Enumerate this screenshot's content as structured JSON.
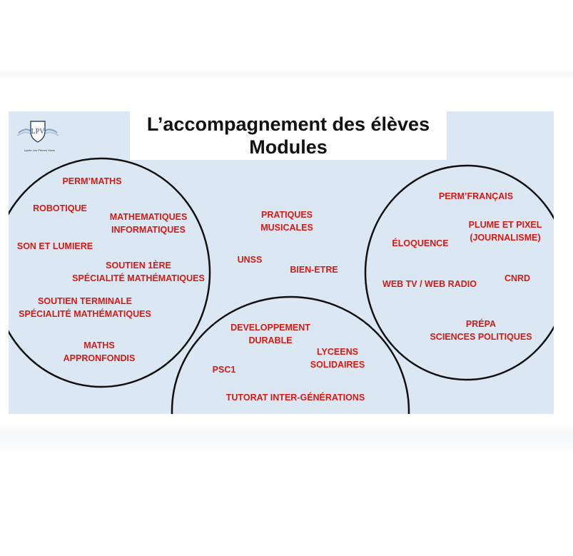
{
  "title": {
    "line1": "L’accompagnement des élèves",
    "line2": "Modules"
  },
  "logo": {
    "monogram": "LPV",
    "caption": "Lycée Les Pierres Vives"
  },
  "colors": {
    "poster_bg": "#dbe7f2",
    "module_text": "#d81a14",
    "circle_stroke": "#111111",
    "title_text": "#111111"
  },
  "modules": {
    "left": {
      "perm_maths": "PERM’MATHS",
      "robotique": "ROBOTIQUE",
      "maths_info_1": "MATHEMATIQUES",
      "maths_info_2": "INFORMATIQUES",
      "son_lumiere": "SON ET LUMIERE",
      "soutien1_1": "SOUTIEN 1ÈRE",
      "soutien1_2": "SPÉCIALITÉ MATHÉMATIQUES",
      "soutienT_1": "SOUTIEN TERMINALE",
      "soutienT_2": "SPÉCIALITÉ MATHÉMATIQUES",
      "maths_app_1": "MATHS",
      "maths_app_2": "APPRONFONDIS"
    },
    "center": {
      "pratiques_1": "PRATIQUES",
      "pratiques_2": "MUSICALES",
      "unss": "UNSS",
      "bien_etre": "BIEN-ETRE"
    },
    "bottom": {
      "dev_1": "DEVELOPPEMENT",
      "dev_2": "DURABLE",
      "lyceens_1": "LYCEENS",
      "lyceens_2": "SOLIDAIRES",
      "psc1": "PSC1",
      "tutorat": "TUTORAT INTER-GÉNÉRATIONS"
    },
    "right": {
      "perm_francais": "PERM’FRANÇAIS",
      "plume_1": "PLUME ET PIXEL",
      "plume_2": "(JOURNALISME)",
      "eloquence": "ÉLOQUENCE",
      "webtv": "WEB TV / WEB RADIO",
      "cnrd": "CNRD",
      "prepa_1": "PRÉPA",
      "prepa_2": "SCIENCES POLITIQUES"
    }
  }
}
